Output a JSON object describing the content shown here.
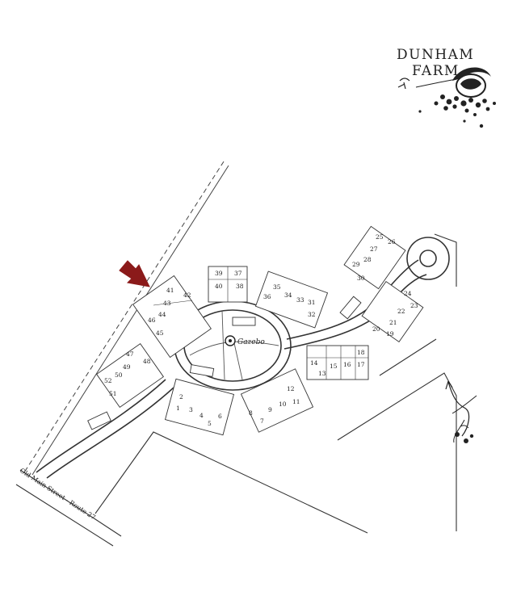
{
  "logo": {
    "line1": "DUNHAM",
    "line2": "FARM"
  },
  "landmarks": {
    "gazebo": "Gazebo",
    "street": "Old Main Street - Route 27"
  },
  "units": {
    "left_cluster": [
      "41",
      "42",
      "43",
      "44",
      "46",
      "45"
    ],
    "west_cluster": [
      "47",
      "48",
      "49",
      "50",
      "52",
      "51"
    ],
    "top_cluster": [
      "39",
      "37",
      "40",
      "38"
    ],
    "north_cluster": [
      "35",
      "36",
      "34",
      "33",
      "31",
      "32"
    ],
    "northeast_cluster": [
      "25",
      "26",
      "27",
      "28",
      "29",
      "30"
    ],
    "east_cluster": [
      "24",
      "23",
      "22",
      "21",
      "20",
      "19"
    ],
    "center_east_cluster": [
      "14",
      "15",
      "16",
      "18",
      "17",
      "13"
    ],
    "south_cluster": [
      "2",
      "3",
      "4",
      "1",
      "5",
      "6"
    ],
    "southeast_cluster": [
      "8",
      "9",
      "10",
      "12",
      "11",
      "7"
    ]
  },
  "colors": {
    "arrow": "#8b1a1a",
    "ink": "#333333",
    "background": "#ffffff"
  },
  "icons": {
    "marker": "arrow-marker-icon",
    "compass": "north-arrow-icon"
  }
}
